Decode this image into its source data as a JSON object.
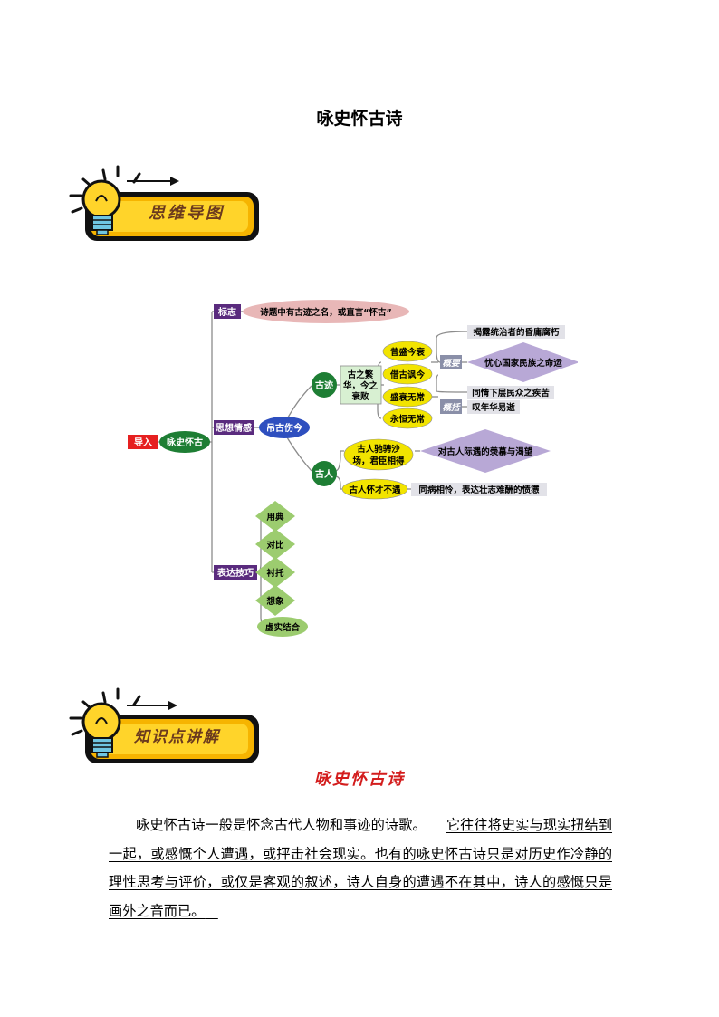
{
  "title": "咏史怀古诗",
  "banner1": "思维导图",
  "banner2": "知识点讲解",
  "mindmap": {
    "intro": "导入",
    "root": "咏史怀古",
    "b1": "标志",
    "b1_desc": "诗题中有古迹之名，或直言“怀古”",
    "b2": "思想情感",
    "b2_node": "吊古伤今",
    "guji": "古迹",
    "guji_desc": [
      "古之繁",
      "华，今之",
      "衰败"
    ],
    "ovals": [
      "昔盛今衰",
      "借古讽今",
      "盛衰无常",
      "永恒无常"
    ],
    "gaiyao": "概要",
    "gaikuo": "概括",
    "r1": "揭露统治者的昏庸腐朽",
    "r2": "忧心国家民族之命运",
    "r3": "同情下层民众之疾苦",
    "r4": "叹年华易逝",
    "guren": "古人",
    "gr1": [
      "古人驰骋沙",
      "场，君臣相得"
    ],
    "gr1_desc": "对古人际遇的羡慕与渴望",
    "gr2": "古人怀才不遇",
    "gr2_desc": "同病相怜，表达壮志难酬的愤懑",
    "b3": "表达技巧",
    "tech": [
      "用典",
      "对比",
      "衬托",
      "想象",
      "虚实结合"
    ]
  },
  "subtitle": "咏史怀古诗",
  "para": {
    "p1": "咏史怀古诗一般是怀念古代人物和事迹的诗歌。",
    "p2": "它往往将史实与现实扭结到一起，或感慨个人遭遇，或抨击社会现实。也有的咏史怀古诗只是对历史作冷静的理性思考与评价，或仅是客观的叙述，诗人自身的遭遇不在其中，诗人的感慨只是画外之音而已。"
  },
  "colors": {
    "purple": "#5a2b7e",
    "green": "#1e7e34",
    "yellow": "#f2e400",
    "red": "#d31d1d"
  }
}
